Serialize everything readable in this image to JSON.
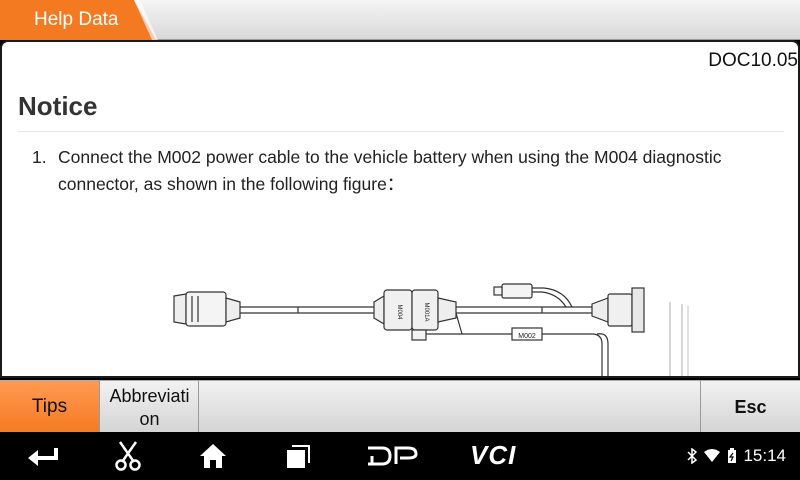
{
  "header": {
    "title": "Help Data",
    "accent": "#f47a22"
  },
  "content": {
    "doc_id": "DOC10.05",
    "title": "Notice",
    "items": [
      {
        "num": "1.",
        "text": "Connect the M002 power cable to the vehicle battery when using the M004 diagnostic connector, as shown in the following figure："
      }
    ],
    "figure": {
      "labels": {
        "connector": "M004",
        "connector_b": "M001A",
        "cable": "M002"
      }
    }
  },
  "toolbar": {
    "tips_label": "Tips",
    "abbr_label_line1": "Abbreviati",
    "abbr_label_line2": "on",
    "esc_label": "Esc"
  },
  "navbar": {
    "icons": [
      "back-icon",
      "scissors-icon",
      "home-icon",
      "recent-apps-icon",
      "dp-logo-icon",
      "vci-logo-icon"
    ],
    "dp_label": "DP",
    "vci_label": "VCI",
    "time": "15:14"
  }
}
